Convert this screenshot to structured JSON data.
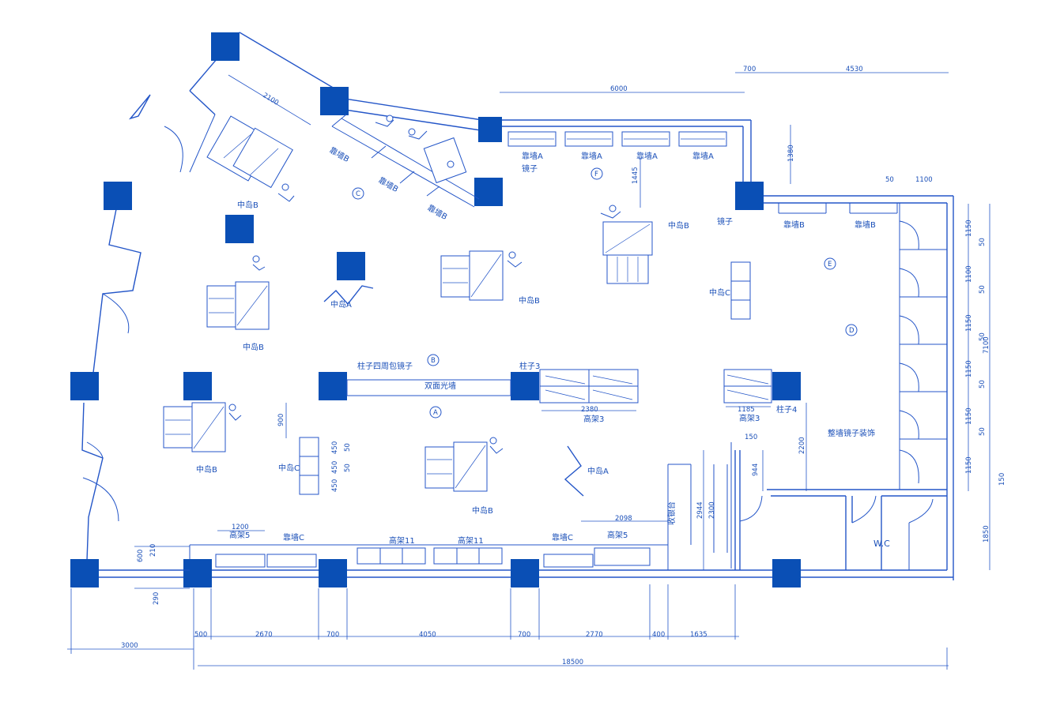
{
  "colors": {
    "line": "#2456c8",
    "column": "#0a4fb5",
    "background": "#ffffff"
  },
  "labels": {
    "mirror": "镜子",
    "wall_a": "靠墙A",
    "wall_b": "靠墙B",
    "wall_c": "靠墙C",
    "island_a": "中岛A",
    "island_b": "中岛B",
    "island_c": "中岛C",
    "pillar_mirror": "柱子四周包镜子",
    "light_wall": "双面光墙",
    "pillar3": "柱子3",
    "pillar4": "柱子4",
    "high_rack3": "高架3",
    "high_rack5": "高架5",
    "high_rack11": "高架11",
    "cashier": "收银台",
    "full_wall_mirror": "整墙镜子装饰",
    "wc": "W.C"
  },
  "markers": {
    "a": "A",
    "b": "B",
    "c": "C",
    "d": "D",
    "e": "E",
    "f": "F"
  },
  "dimensions": {
    "d_2100": "2100",
    "d_6000": "6000",
    "d_700": "700",
    "d_4530": "4530",
    "d_1380": "1380",
    "d_1445": "1445",
    "d_50": "50",
    "d_1100": "1100",
    "d_1150": "1150",
    "d_7100": "7100",
    "d_150": "150",
    "d_1850": "1850",
    "d_2200": "2200",
    "d_944": "944",
    "d_2944": "2944",
    "d_2300": "2300",
    "d_2380": "2380",
    "d_1185": "1185",
    "d_900": "900",
    "d_450": "450",
    "d_2098": "2098",
    "d_1200": "1200",
    "d_210": "210",
    "d_600": "600",
    "d_290": "290",
    "d_3000": "3000",
    "d_500": "500",
    "d_2670": "2670",
    "d_4050": "4050",
    "d_2770": "2770",
    "d_400": "400",
    "d_1635": "1635",
    "d_18500": "18500"
  }
}
